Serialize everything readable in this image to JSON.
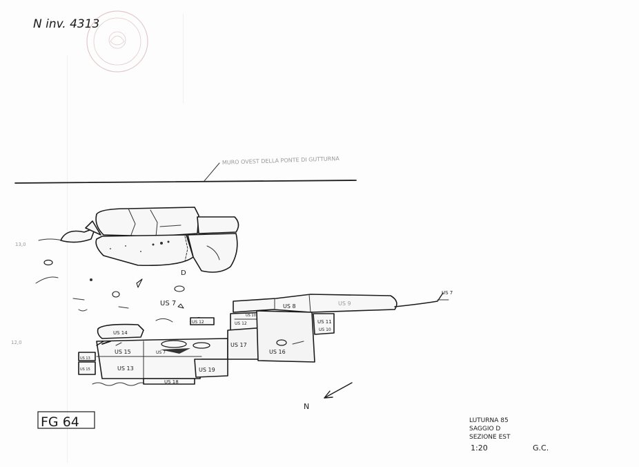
{
  "header": {
    "inventory": "N inv. 4313"
  },
  "section": {
    "wall_label": "MURO OVEST DELLA PONTE DI GUTTURNA",
    "level_upper": "13,0",
    "level_lower": "12,0",
    "us_labels": {
      "us7_main": "US 7",
      "us7_right": "US 7",
      "us8": "US 8",
      "us9": "US 9",
      "us10": "US 10",
      "us11": "US 11",
      "us12a": "US 12",
      "us12b": "US 12",
      "us13": "US 13",
      "us14": "US 14",
      "us15": "US 15",
      "us16": "US 16",
      "us17": "US 17",
      "us18": "US 18",
      "us19": "US 19",
      "us_left_a": "US 13",
      "us_left_b": "US 15",
      "us_top_a": "US 10",
      "us_lower_b": "US 7"
    },
    "d_mark": "D",
    "north": "N"
  },
  "title_block": {
    "site": "LUTURNA 85",
    "trench": "SAGGIO D",
    "view": "SEZIONE EST",
    "scale": "1:20",
    "initials": "G.C."
  },
  "sheet_id": "FG 64"
}
